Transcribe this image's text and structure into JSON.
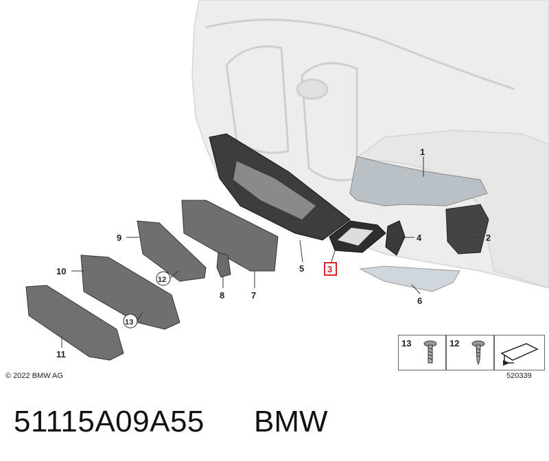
{
  "diagram": {
    "callouts": {
      "c1": "1",
      "c2": "2",
      "c3": "3",
      "c4": "4",
      "c5": "5",
      "c6": "6",
      "c7": "7",
      "c8": "8",
      "c9": "9",
      "c10": "10",
      "c11": "11",
      "c12": "12",
      "c13": "13"
    },
    "highlighted_callout": "3",
    "highlight_color": "#d9262c"
  },
  "fasteners": {
    "left_label": "13",
    "right_label": "12"
  },
  "footer": {
    "copyright": "© 2022 BMW AG",
    "figure_id": "520339",
    "part_number": "51115A09A55",
    "brand": "BMW"
  }
}
